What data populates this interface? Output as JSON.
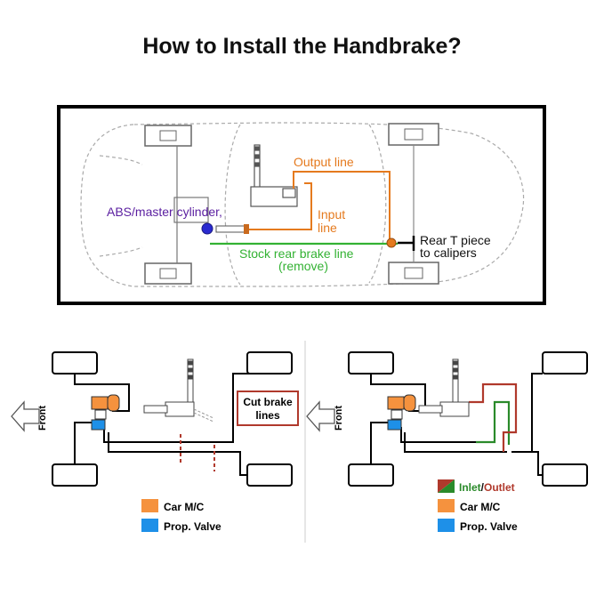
{
  "title": "How to Install the Handbrake?",
  "top_diagram": {
    "abs_label": "ABS/master cylinder,",
    "output_line": "Output line",
    "input_line_1": "Input",
    "input_line_2": "line",
    "stock_line_1": "Stock rear brake line",
    "stock_line_2": "(remove)",
    "rear_t_1": "Rear T piece",
    "rear_t_2": "to calipers"
  },
  "left_diagram": {
    "front_label": "Front",
    "cut_label_1": "Cut brake",
    "cut_label_2": "lines",
    "legend": [
      {
        "label": "Car M/C",
        "color": "#f5923e"
      },
      {
        "label": "Prop. Valve",
        "color": "#1e90e8"
      }
    ]
  },
  "right_diagram": {
    "front_label": "Front",
    "legend_inlet": "Inlet",
    "legend_sep": "/",
    "legend_outlet": "Outlet",
    "legend": [
      {
        "label": "Car M/C",
        "color": "#f5923e"
      },
      {
        "label": "Prop. Valve",
        "color": "#1e90e8"
      }
    ]
  },
  "colors": {
    "orange_line": "#e57a1e",
    "green_line": "#33b233",
    "purple": "#5a1ea0",
    "cut_red": "#b0392c",
    "inlet_green": "#2a8a2a",
    "outlet_red": "#b0392c"
  }
}
